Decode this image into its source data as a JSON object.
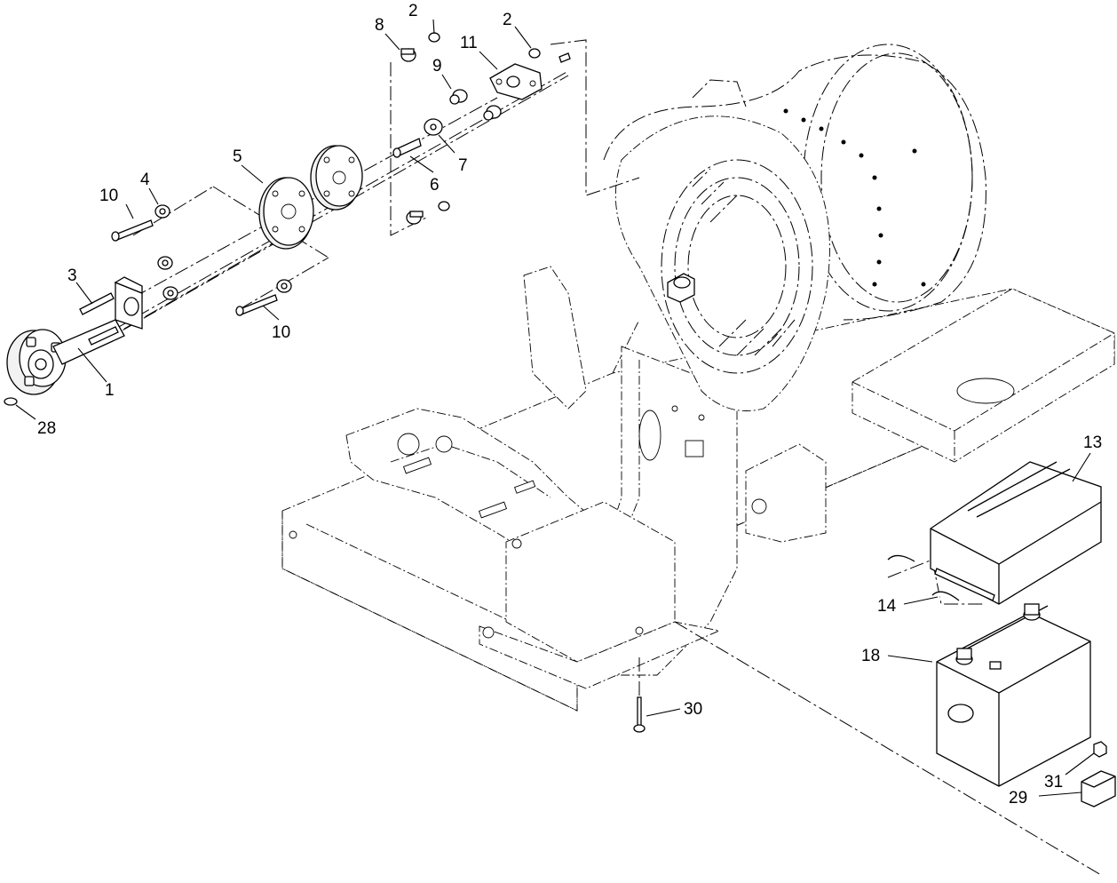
{
  "callouts": {
    "c1": "1",
    "c2a": "2",
    "c2b": "2",
    "c3": "3",
    "c4": "4",
    "c5": "5",
    "c6": "6",
    "c7": "7",
    "c8": "8",
    "c9": "9",
    "c10a": "10",
    "c10b": "10",
    "c11": "11",
    "c13": "13",
    "c14": "14",
    "c18": "18",
    "c28": "28",
    "c29": "29",
    "c30": "30",
    "c31": "31"
  }
}
